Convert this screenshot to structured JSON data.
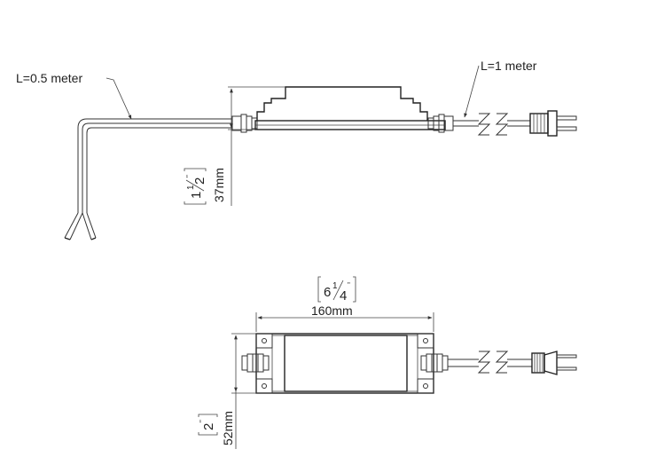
{
  "side_view": {
    "cable_left_label": "L=0.5 meter",
    "cable_right_label": "L=1 meter",
    "height_inch_whole": "1",
    "height_inch_num": "1",
    "height_inch_den": "2",
    "height_inch_mark": "\"",
    "height_mm": "37mm"
  },
  "top_view": {
    "length_inch_whole": "6",
    "length_inch_num": "1",
    "length_inch_den": "4",
    "length_inch_mark": "\"",
    "length_mm": "160mm",
    "width_inch": "2",
    "width_inch_mark": "\"",
    "width_mm": "52mm"
  },
  "colors": {
    "line": "#333333",
    "background": "#ffffff"
  }
}
